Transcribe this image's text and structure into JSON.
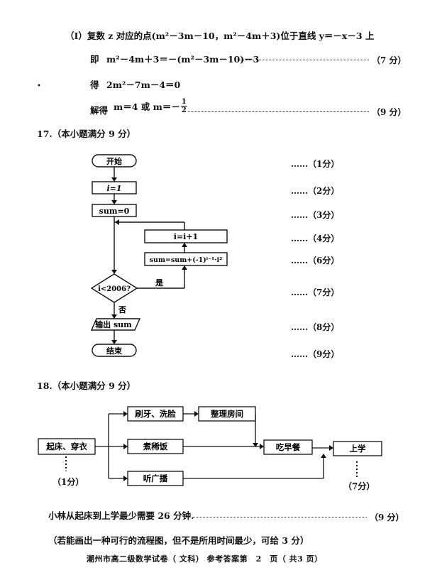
{
  "part2": {
    "intro": "（Ⅰ）复数 z 对应的点(m²－3m－10，m²－4m＋3)位于直线 y＝－x－3 上",
    "line1_prefix": "即",
    "line1_eq": "m²－4m＋3＝－(m²－3m－10)－3",
    "line1_score": "（7 分）",
    "line2_prefix": "得",
    "line2_eq": "2m²－7m－4＝0",
    "line3_prefix": "解得",
    "line3_eq": "m＝4 或 m＝－",
    "line3_num": "1",
    "line3_den": "2",
    "line3_score": "（9 分）"
  },
  "q17": {
    "header": "17.（本小题满分 9 分）",
    "start": "开始",
    "init_i": "i=1",
    "init_sum": "sum=0",
    "incr": "i=i+1",
    "update": "sum=sum+(-1)ⁱ⁻¹·i²",
    "cond": "i<2006?",
    "yes": "是",
    "no": "否",
    "output": "输出 sum",
    "end": "结束",
    "scores": [
      "……（1分）",
      "……（2分）",
      "……（3分）",
      "……（4分）",
      "……（6分）",
      "……（7分）",
      "……（8分）",
      "……（9分）"
    ]
  },
  "q18": {
    "header": "18.（本小题满分 9 分）",
    "wake": "起床、穿衣",
    "brush": "刷牙、洗脸",
    "tidy": "整理房间",
    "porridge": "煮稀饭",
    "radio": "听广播",
    "breakfast": "吃早餐",
    "school": "上学",
    "score_left": "（1分）",
    "score_right": "（7分）",
    "conclusion": "小林从起床到上学最少需要 26 分钟.",
    "conclusion_score": "（9 分）",
    "note": "（若能画出一种可行的流程图，但不是所用时间最少，可给 3 分）"
  },
  "footer": "潮州市高二级数学试卷（ 文科） 参考答案第　2　页（ 共3 页）"
}
